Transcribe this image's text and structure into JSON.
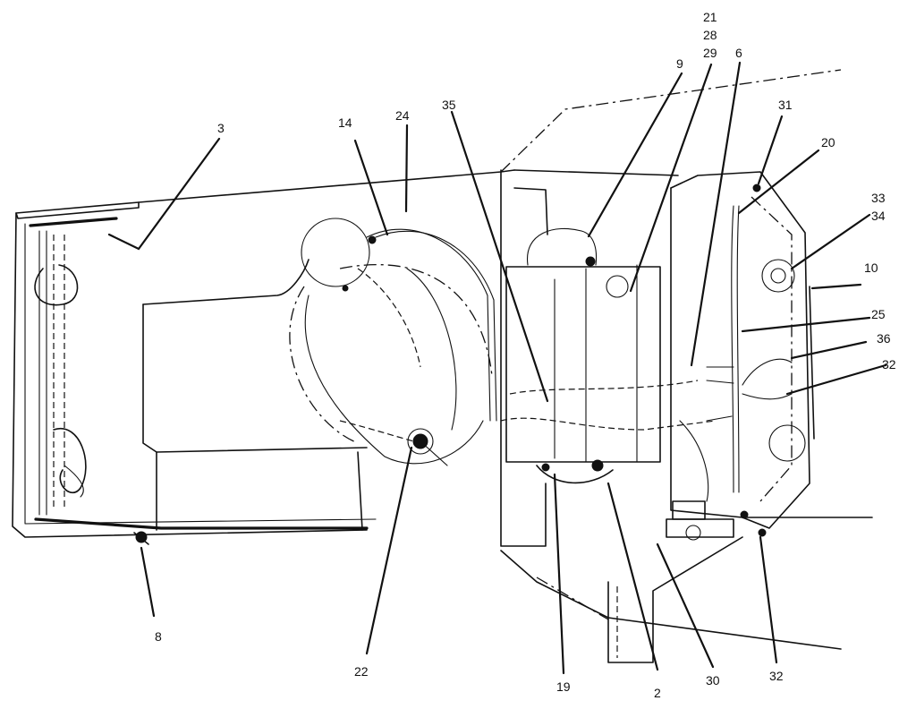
{
  "callouts": [
    {
      "id": "c3",
      "label": "3"
    },
    {
      "id": "c14",
      "label": "14"
    },
    {
      "id": "c24",
      "label": "24"
    },
    {
      "id": "c35",
      "label": "35"
    },
    {
      "id": "c9",
      "label": "9"
    },
    {
      "id": "c21",
      "label": "21"
    },
    {
      "id": "c28",
      "label": "28"
    },
    {
      "id": "c29",
      "label": "29"
    },
    {
      "id": "c6",
      "label": "6"
    },
    {
      "id": "c31",
      "label": "31"
    },
    {
      "id": "c20",
      "label": "20"
    },
    {
      "id": "c33",
      "label": "33"
    },
    {
      "id": "c34",
      "label": "34"
    },
    {
      "id": "c10",
      "label": "10"
    },
    {
      "id": "c25",
      "label": "25"
    },
    {
      "id": "c36",
      "label": "36"
    },
    {
      "id": "c32a",
      "label": "32"
    },
    {
      "id": "c8",
      "label": "8"
    },
    {
      "id": "c22",
      "label": "22"
    },
    {
      "id": "c19",
      "label": "19"
    },
    {
      "id": "c2",
      "label": "2"
    },
    {
      "id": "c30",
      "label": "30"
    },
    {
      "id": "c32b",
      "label": "32"
    }
  ]
}
